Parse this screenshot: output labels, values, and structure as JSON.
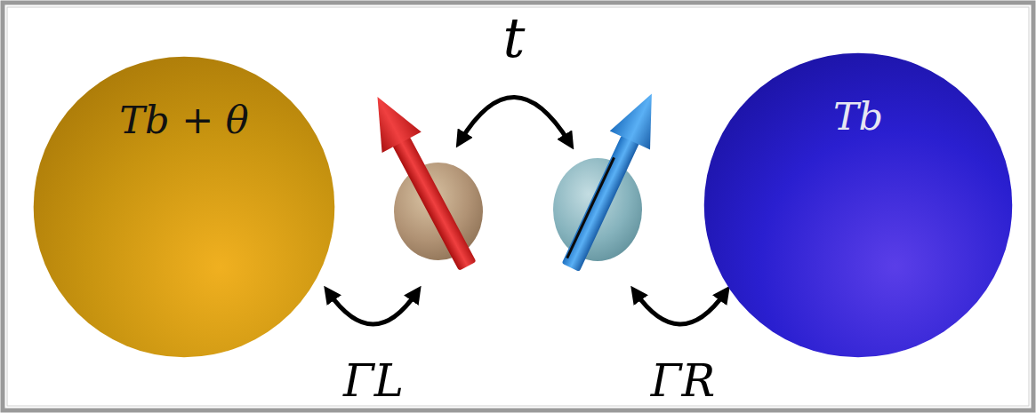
{
  "diagram": {
    "nodes": [
      {
        "text": [
          "Tb + θ"
        ]
      },
      {
        "text": [
          "Tb"
        ]
      }
    ],
    "labels": [
      "t",
      "ΓL",
      "ΓR"
    ]
  }
}
